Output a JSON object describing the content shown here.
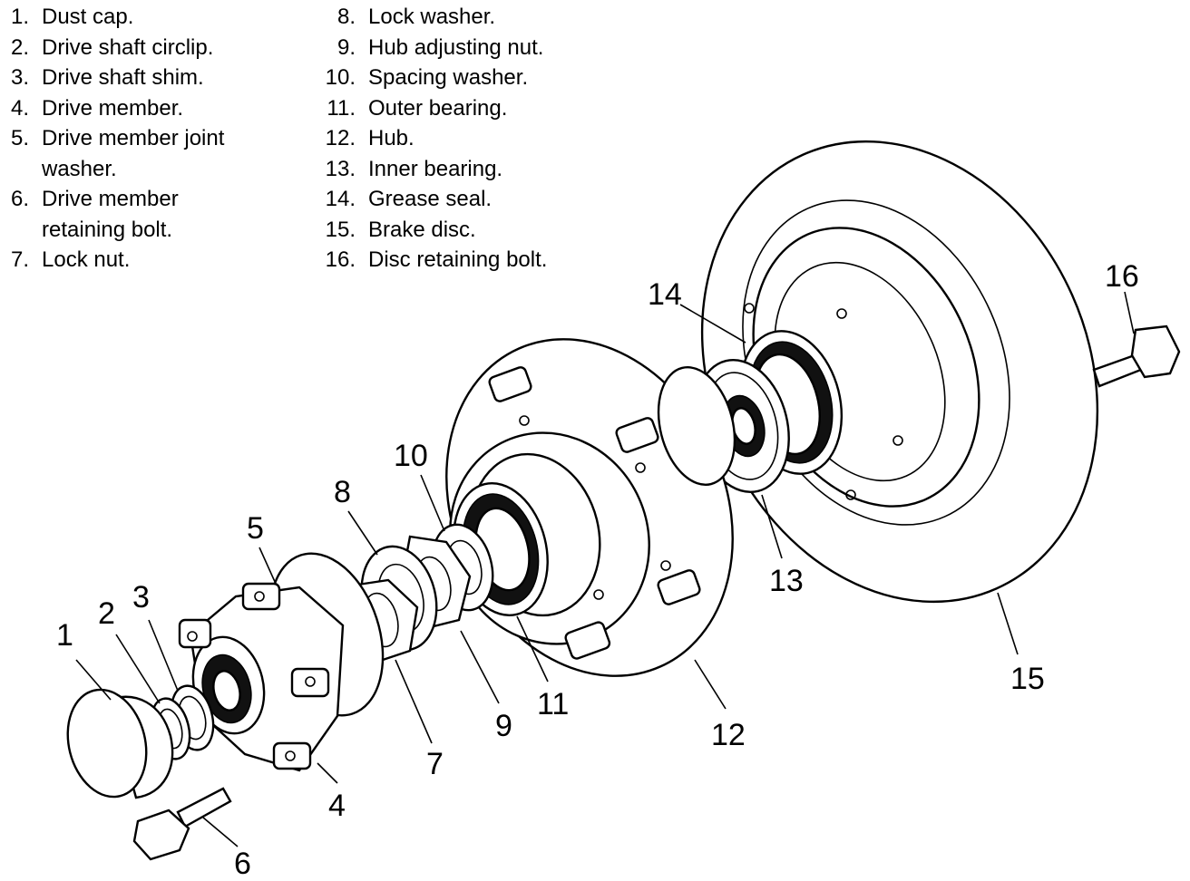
{
  "legend": {
    "items": [
      {
        "num": "1.",
        "text": "Dust cap."
      },
      {
        "num": "2.",
        "text": "Drive shaft circlip."
      },
      {
        "num": "3.",
        "text": "Drive shaft shim."
      },
      {
        "num": "4.",
        "text": "Drive member."
      },
      {
        "num": "5.",
        "text": "Drive member joint washer."
      },
      {
        "num": "6.",
        "text": "Drive member retaining bolt."
      },
      {
        "num": "7.",
        "text": "Lock nut."
      },
      {
        "num": "8.",
        "text": "Lock washer."
      },
      {
        "num": "9.",
        "text": "Hub adjusting nut."
      },
      {
        "num": "10.",
        "text": "Spacing washer."
      },
      {
        "num": "11.",
        "text": "Outer bearing."
      },
      {
        "num": "12.",
        "text": "Hub."
      },
      {
        "num": "13.",
        "text": "Inner bearing."
      },
      {
        "num": "14.",
        "text": "Grease seal."
      },
      {
        "num": "15.",
        "text": "Brake disc."
      },
      {
        "num": "16.",
        "text": "Disc retaining bolt."
      }
    ]
  },
  "callouts": {
    "c1": "1",
    "c2": "2",
    "c3": "3",
    "c4": "4",
    "c5": "5",
    "c6": "6",
    "c7": "7",
    "c8": "8",
    "c9": "9",
    "c10": "10",
    "c11": "11",
    "c12": "12",
    "c13": "13",
    "c14": "14",
    "c15": "15",
    "c16": "16"
  }
}
